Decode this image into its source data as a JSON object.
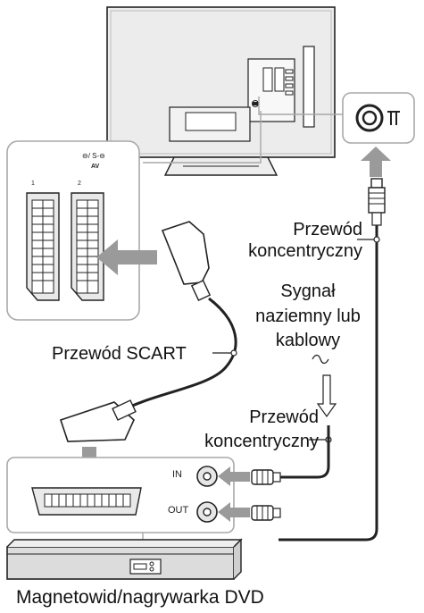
{
  "labels": {
    "coax_top_line1": "Przewód",
    "coax_top_line2": "koncentryczny",
    "signal_line1": "Sygnał",
    "signal_line2": "naziemny lub",
    "signal_line3": "kablowy",
    "scart_cable": "Przewód SCART",
    "coax_bottom_line1": "Przewód",
    "coax_bottom_line2": "koncentryczny",
    "device": "Magnetowid/nagrywarka DVD",
    "av_panel": "AV",
    "av_panel_symbol": "⊖/ S-⊖",
    "scart_1": "1",
    "scart_2": "2",
    "port_in": "IN",
    "port_out": "OUT"
  },
  "colors": {
    "line": "#222222",
    "panel_fill": "#e9e9e9",
    "device_fill": "#dcdcdc",
    "arrow": "#9a9a9a",
    "box_border": "#a8a8a8"
  }
}
